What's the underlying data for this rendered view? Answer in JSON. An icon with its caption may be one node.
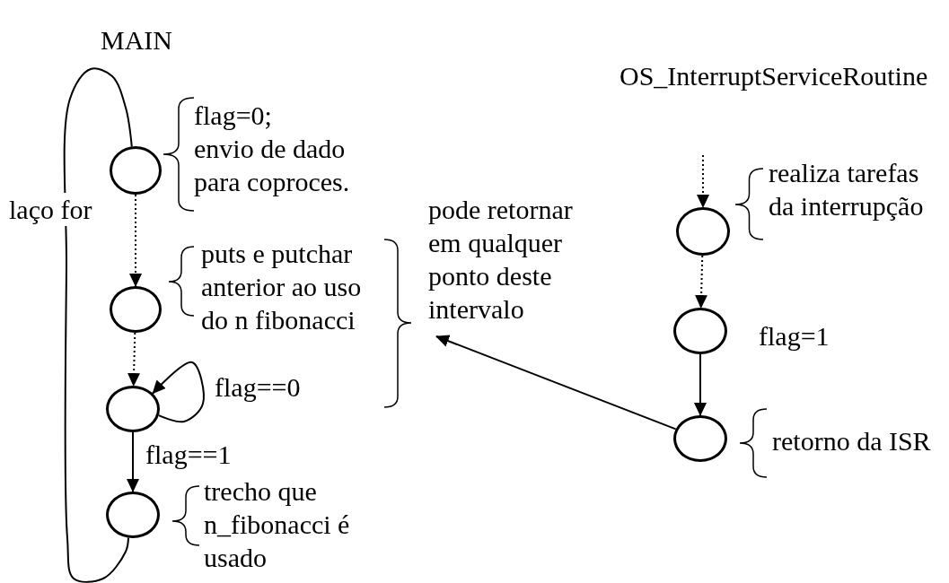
{
  "diagram": {
    "nodes": [
      {
        "text": [],
        "shape": "circle",
        "beside": [
          "flag=0; envio de dado para coproces."
        ]
      },
      {
        "text": [],
        "shape": "circle",
        "beside": [
          "puts e putchar anterior ao uso do n fibonacci"
        ]
      },
      {
        "text": [],
        "shape": "circle"
      },
      {
        "text": [],
        "shape": "circle",
        "beside": [
          "trecho que n_fibonacci é usado"
        ]
      },
      {
        "text": [],
        "shape": "circle",
        "beside": [
          "realiza tarefas da interrupção"
        ]
      },
      {
        "text": [],
        "shape": "circle",
        "beside": [
          "flag=1"
        ]
      },
      {
        "text": [],
        "shape": "circle",
        "beside": [
          "retorno da ISR"
        ]
      },
      {
        "text": [
          "pode retornar em qualquer ponto deste intervalo"
        ]
      }
    ],
    "edges": [
      {
        "from": 0,
        "to": 1,
        "arrow": "to",
        "style": "dashed"
      },
      {
        "from": 1,
        "to": 2,
        "arrow": "to",
        "style": "dashed"
      },
      {
        "from": 2,
        "to": 2,
        "arrow": "to",
        "label": "flag==0"
      },
      {
        "from": 2,
        "to": 3,
        "arrow": "to",
        "label": "flag==1"
      },
      {
        "from": 3,
        "to": 0,
        "arrow": "none",
        "label": "laço for"
      },
      {
        "from": null,
        "to": 4,
        "arrow": "to",
        "style": "dashed"
      },
      {
        "from": 4,
        "to": 5,
        "arrow": "to",
        "style": "dashed"
      },
      {
        "from": 5,
        "to": 6,
        "arrow": "to"
      },
      {
        "from": 6,
        "to": 7,
        "arrow": "to"
      }
    ],
    "labels": [
      "MAIN",
      "OS_InterruptServiceRoutine"
    ]
  }
}
